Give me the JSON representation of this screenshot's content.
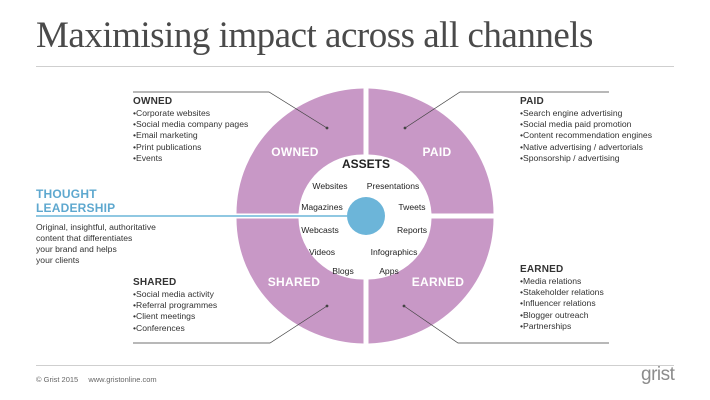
{
  "title": "Maximising impact across all channels",
  "center_label": "ASSETS",
  "quadrant_labels": {
    "owned": "OWNED",
    "paid": "PAID",
    "shared": "SHARED",
    "earned": "EARNED"
  },
  "assets": [
    "Websites",
    "Presentations",
    "Magazines",
    "Tweets",
    "Webcasts",
    "Reports",
    "Videos",
    "Infographics",
    "Blogs",
    "Apps"
  ],
  "owned": {
    "heading": "OWNED",
    "items": [
      "Corporate websites",
      "Social media company pages",
      "Email marketing",
      "Print publications",
      "Events"
    ]
  },
  "paid": {
    "heading": "PAID",
    "items": [
      "Search engine advertising",
      "Social media paid promotion",
      "Content recommendation engines",
      "Native advertising / advertorials",
      "Sponsorship / advertising"
    ]
  },
  "shared": {
    "heading": "SHARED",
    "items": [
      "Social media activity",
      "Referral programmes",
      "Client meetings",
      "Conferences"
    ]
  },
  "earned": {
    "heading": "EARNED",
    "items": [
      "Media relations",
      "Stakeholder relations",
      "Influencer relations",
      "Blogger outreach",
      "Partnerships"
    ]
  },
  "thought_leadership": {
    "heading_line1": "THOUGHT",
    "heading_line2": "LEADERSHIP",
    "description_lines": [
      "Original, insightful, authoritative",
      "content that differentiates",
      "your brand and helps",
      "your clients"
    ]
  },
  "footer": {
    "copyright": "© Grist 2015",
    "url": "www.gristonline.com"
  },
  "logo_text": "grist",
  "colors": {
    "ring": "#c898c6",
    "center_dot": "#6cb5d9",
    "thought_leadership": "#5ea8cf",
    "text": "#333333",
    "title": "#4a4a4a",
    "rules": "#cfcfcf"
  }
}
